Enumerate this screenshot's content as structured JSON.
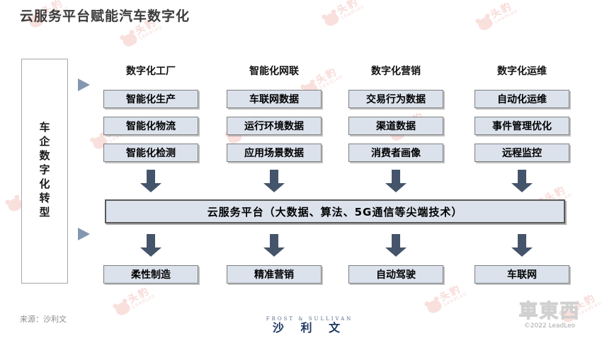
{
  "title": "云服务平台赋能汽车数字化",
  "left_label": "车企数字化转型",
  "columns": [
    {
      "header": "数字化工厂",
      "boxes": [
        "智能化生产",
        "智能化物流",
        "智能化检测"
      ],
      "outcome": "柔性制造"
    },
    {
      "header": "智能化网联",
      "boxes": [
        "车联网数据",
        "运行环境数据",
        "应用场景数据"
      ],
      "outcome": "精准营销"
    },
    {
      "header": "数字化营销",
      "boxes": [
        "交易行为数据",
        "渠道数据",
        "消费者画像"
      ],
      "outcome": "自动驾驶"
    },
    {
      "header": "数字化运维",
      "boxes": [
        "自动化运维",
        "事件管理优化",
        "远程监控"
      ],
      "outcome": "车联网"
    }
  ],
  "platform_bar": "云服务平台（大数据、算法、5G通信等尖端技术）",
  "source_label": "来源：沙利文",
  "footer_logo": {
    "en": "FROST & SULLIVAN",
    "cn": "沙 利 文"
  },
  "bottom_right_logo": {
    "brand": "車東西",
    "copyright": "©2022 LeadLeo"
  },
  "watermark": {
    "cn": "头豹",
    "en": "LeadLeo"
  },
  "colors": {
    "box_fill": "#dbe2ec",
    "box_border": "#7f7f7f",
    "bar_border": "#595959",
    "arrow": "#44546a",
    "triangle_accent": "#8497b0",
    "logo_navy": "#1f3864",
    "watermark_pink": "#f4c3bd"
  }
}
